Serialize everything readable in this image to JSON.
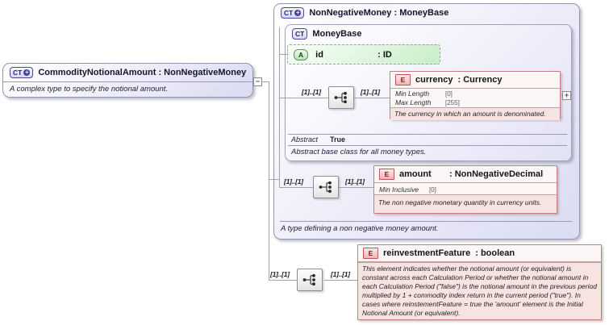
{
  "root_box": {
    "badge": "CT",
    "title": "CommodityNotionalAmount : NonNegativeMoney",
    "annotation": "A complex type to specify the notional amount."
  },
  "outer_box": {
    "badge": "CT",
    "title": "NonNegativeMoney : MoneyBase",
    "annotation": "A type defining a non negative money amount."
  },
  "base_box": {
    "badge": "CT",
    "title": "MoneyBase",
    "abstract": {
      "label": "Abstract",
      "value": "True"
    },
    "annotation": "Abstract base class for all money types."
  },
  "id_attribute": {
    "badge": "A",
    "name": "id",
    "type": ": ID"
  },
  "currency_element": {
    "badge": "E",
    "name": "currency",
    "type": ": Currency",
    "facets": [
      {
        "label": "Min Length",
        "value": "[0]"
      },
      {
        "label": "Max Length",
        "value": "[255]"
      }
    ],
    "annotation": "The currency in which an amount is denominated."
  },
  "amount_element": {
    "badge": "E",
    "name": "amount",
    "type": ": NonNegativeDecimal",
    "facets": [
      {
        "label": "Min Inclusive",
        "value": "[0]"
      }
    ],
    "annotation": "The non negative monetary quantity in currency units."
  },
  "reinvestment_element": {
    "badge": "E",
    "name": "reinvestmentFeature",
    "type": ": boolean",
    "annotation": "This element indicates whether the notional amount (or equivalent) is constant across each Calculation Period or whether the notional amount in each Calculation Period (\"false\") is the notional amount in the previous period multiplied by 1 + commodity index return in the current period (\"true\"). In cases where reinstementFeature = true the 'amount' element is the Initial Notional Amount (or equivalent)."
  },
  "cardinalities": {
    "currency_left": "[1]..[1]",
    "currency_right": "[1]..[1]",
    "amount_left": "[1]..[1]",
    "amount_right": "[1]..[1]",
    "reinvestment_left": "[1]..[1]",
    "reinvestment_right": "[1]..[1]"
  },
  "icons": {
    "collapse": "−",
    "expand": "+",
    "plus": "+"
  },
  "colors": {
    "lavender_fill": "#dbdbf2",
    "lavender_border": "#9494b4",
    "element_border": "#c47e7e",
    "element_annotation_bg": "#f8e3e3",
    "attribute_fill": "#c9eec9",
    "connector": "#a2a2ae"
  }
}
